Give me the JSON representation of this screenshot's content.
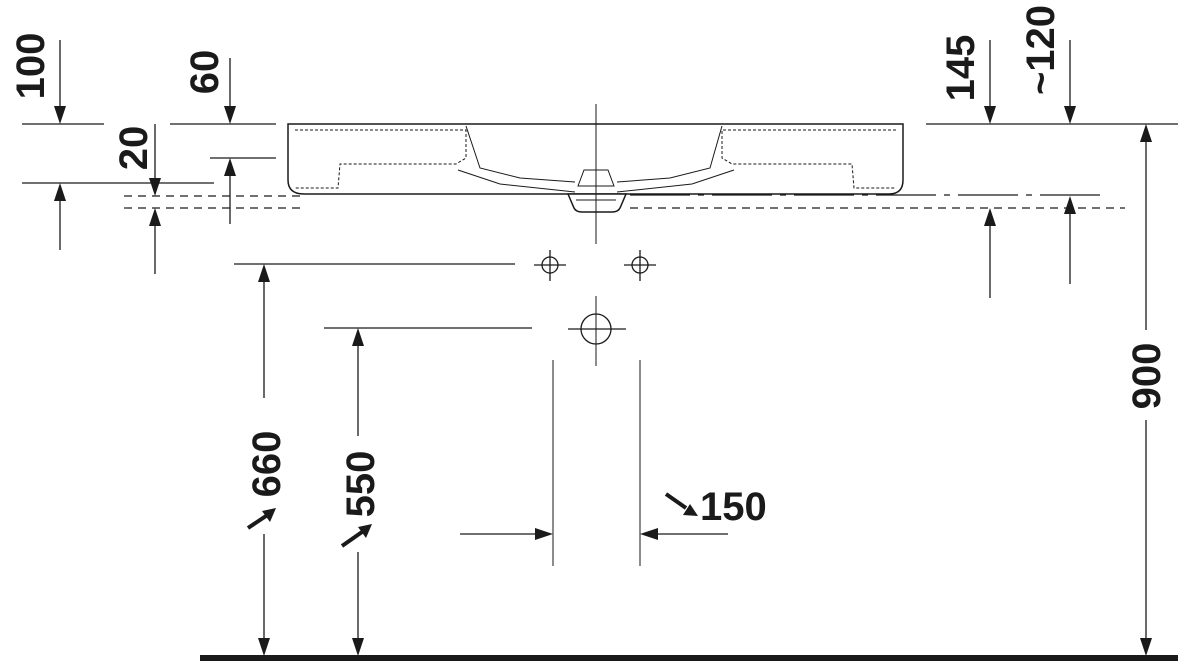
{
  "dimensions": {
    "basin_top_left": "100",
    "basin_rim_thickness": "60",
    "overflow_offset": "20",
    "right_top": "145",
    "right_approx": "~120",
    "total_height": "900",
    "tap_holes_height": "660",
    "waste_height": "550",
    "waste_width": "150"
  },
  "colors": {
    "line": "#1a1a1a",
    "background": "#ffffff"
  }
}
